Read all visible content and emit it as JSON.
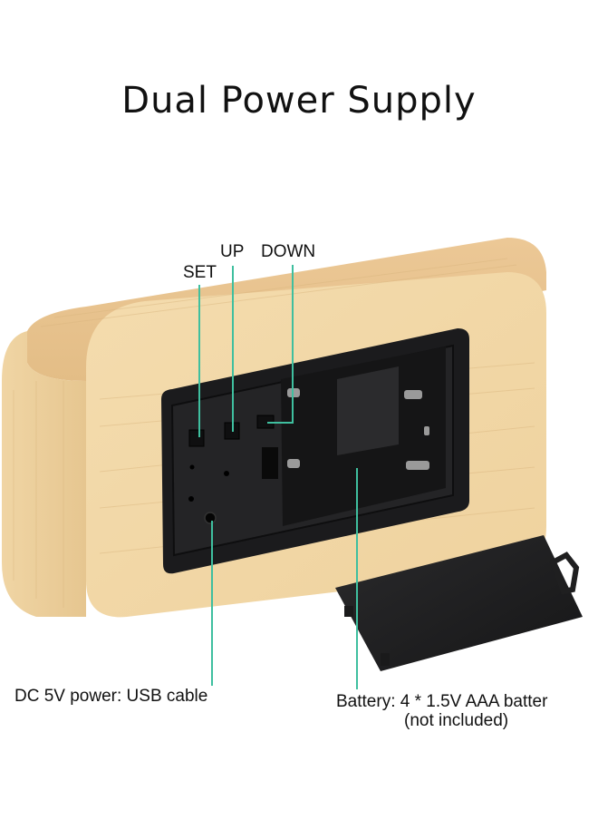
{
  "title": "Dual Power Supply",
  "labels": {
    "set": "SET",
    "up": "UP",
    "down": "DOWN",
    "dc_power": "DC 5V power: USB cable",
    "battery_line1": "Battery: 4 * 1.5V AAA batter",
    "battery_line2": "(not included)"
  },
  "colors": {
    "background": "#ffffff",
    "wood_face": "#f1d8a8",
    "wood_side": "#e8c894",
    "panel": "#1c1c1e",
    "leader_line": "#3fbf9f",
    "text": "#111111"
  },
  "icons": [
    "wood-clock-body",
    "battery-compartment",
    "battery-cover",
    "power-jack",
    "button-set",
    "button-up",
    "button-down"
  ]
}
